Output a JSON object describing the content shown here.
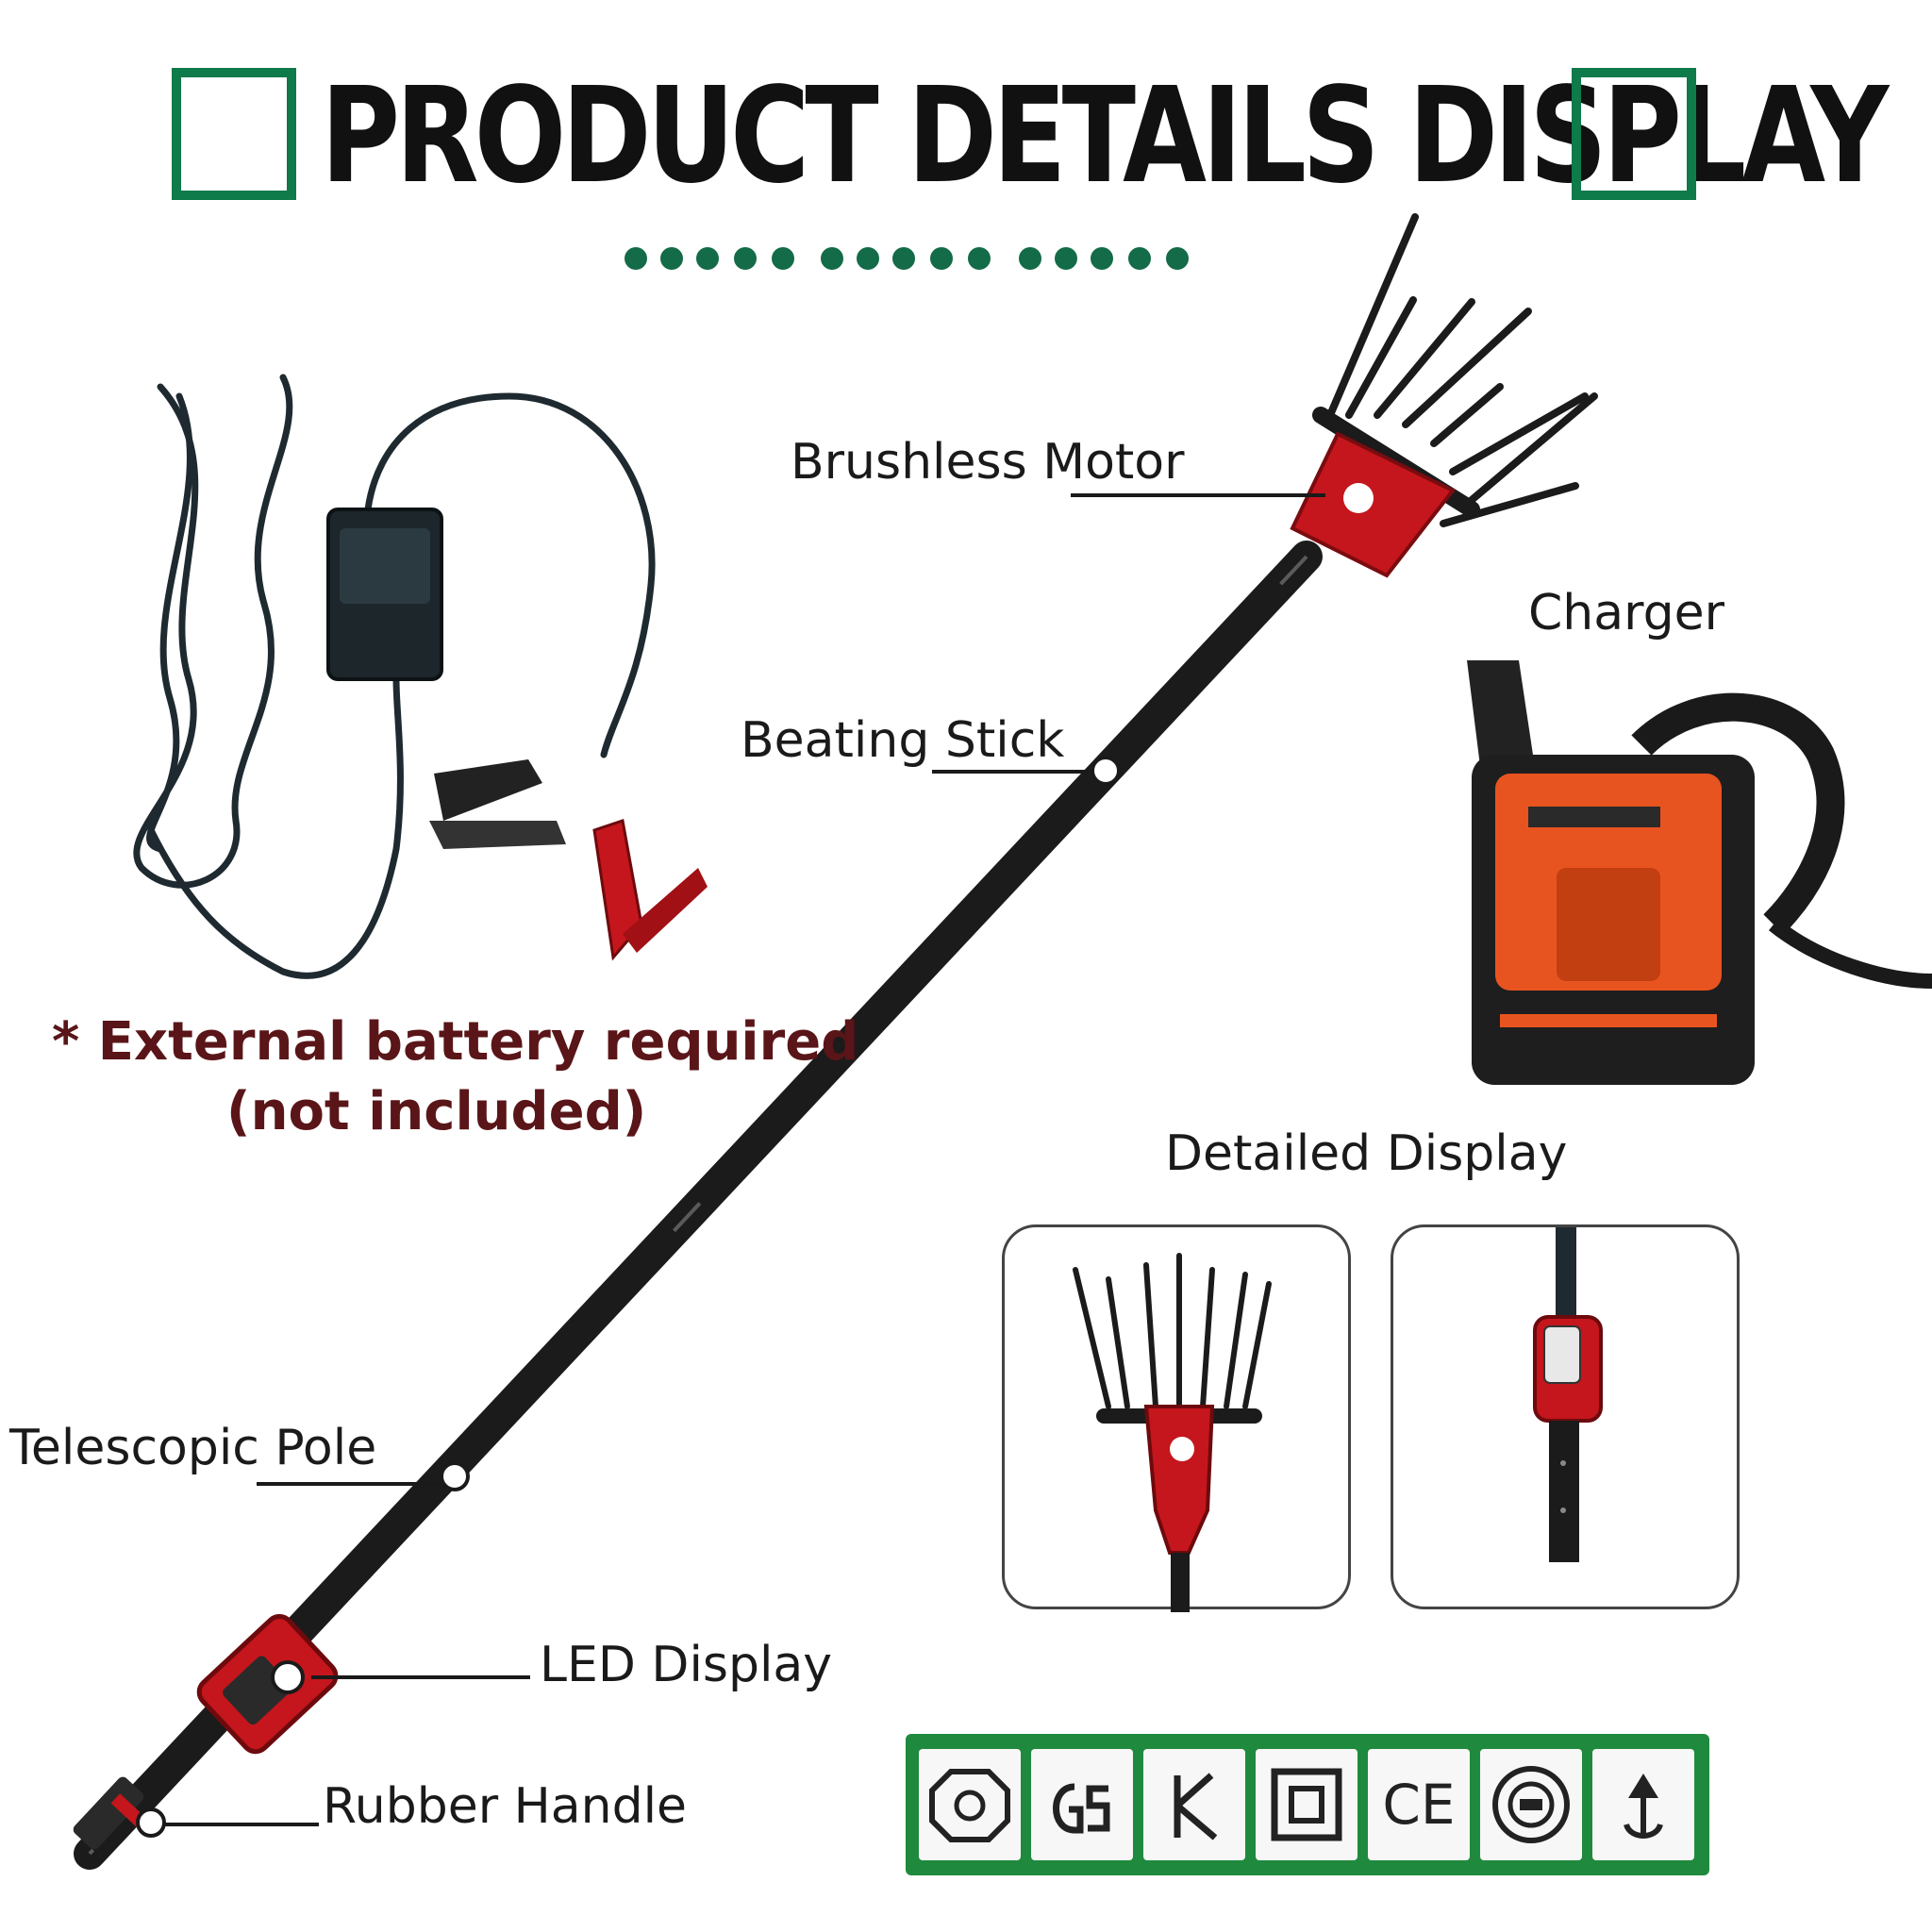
{
  "title": "PRODUCT DETAILS DISPLAY",
  "labels": {
    "brushless_motor": "Brushless Motor",
    "beating_stick": "Beating Stick",
    "telescopic_pole": "Telescopic Pole",
    "led_display": "LED Display",
    "rubber_handle": "Rubber Handle",
    "charger": "Charger",
    "detailed_display": "Detailed Display"
  },
  "note": {
    "line1": "* External battery required",
    "line2": "(not included)"
  },
  "colors": {
    "accent_green": "#0f7a4a",
    "dot_green": "#136b48",
    "note_red": "#5a1518",
    "product_red": "#c4161c",
    "cert_green": "#1f8a3d"
  },
  "certifications": [
    "CE"
  ]
}
